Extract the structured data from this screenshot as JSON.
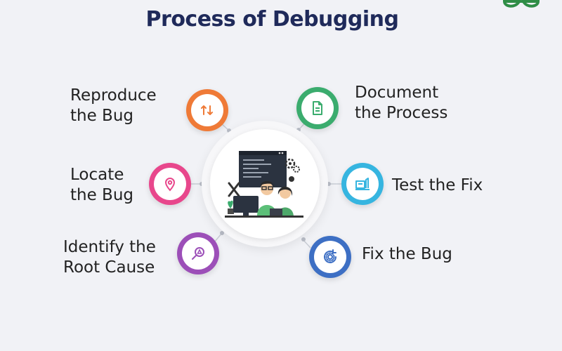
{
  "title": "Process of Debugging",
  "logo": {
    "name": "gfg-logo-icon",
    "color": "#2f8d46"
  },
  "center": {
    "illustration": "developers-at-computer-illustration"
  },
  "steps": [
    {
      "key": "reproduce",
      "lines": [
        "Reproduce",
        "the Bug"
      ],
      "icon": "sort-arrows-icon",
      "color": "#ef7a37"
    },
    {
      "key": "locate",
      "lines": [
        "Locate",
        "the Bug"
      ],
      "icon": "location-pin-icon",
      "color": "#e8478c"
    },
    {
      "key": "identify",
      "lines": [
        "Identify the",
        "Root Cause"
      ],
      "icon": "magnifier-warning-icon",
      "color": "#9c4fb8"
    },
    {
      "key": "document",
      "lines": [
        "Document",
        "the Process"
      ],
      "icon": "document-icon",
      "color": "#3bac6e"
    },
    {
      "key": "test",
      "lines": [
        "Test the Fix"
      ],
      "icon": "test-board-icon",
      "color": "#36b5e0"
    },
    {
      "key": "fix",
      "lines": [
        "Fix the Bug"
      ],
      "icon": "gear-refresh-icon",
      "color": "#3d6fc4"
    }
  ]
}
